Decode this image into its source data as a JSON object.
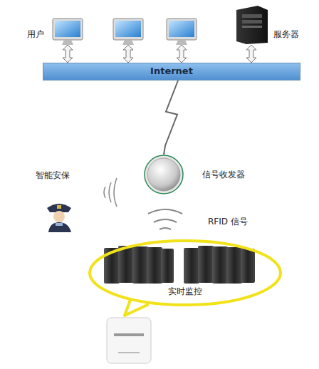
{
  "diagram": {
    "nodes": [
      {
        "text": [
          "Internet"
        ]
      },
      {
        "text": [
          "信号收发器"
        ]
      },
      {
        "text": [
          "实时监控"
        ]
      }
    ],
    "edges": [
      {
        "from": 0,
        "to": 1,
        "arrow": "none"
      }
    ],
    "labels": [
      "用户",
      "服务器",
      "智能安保",
      "RFID 信号"
    ]
  }
}
